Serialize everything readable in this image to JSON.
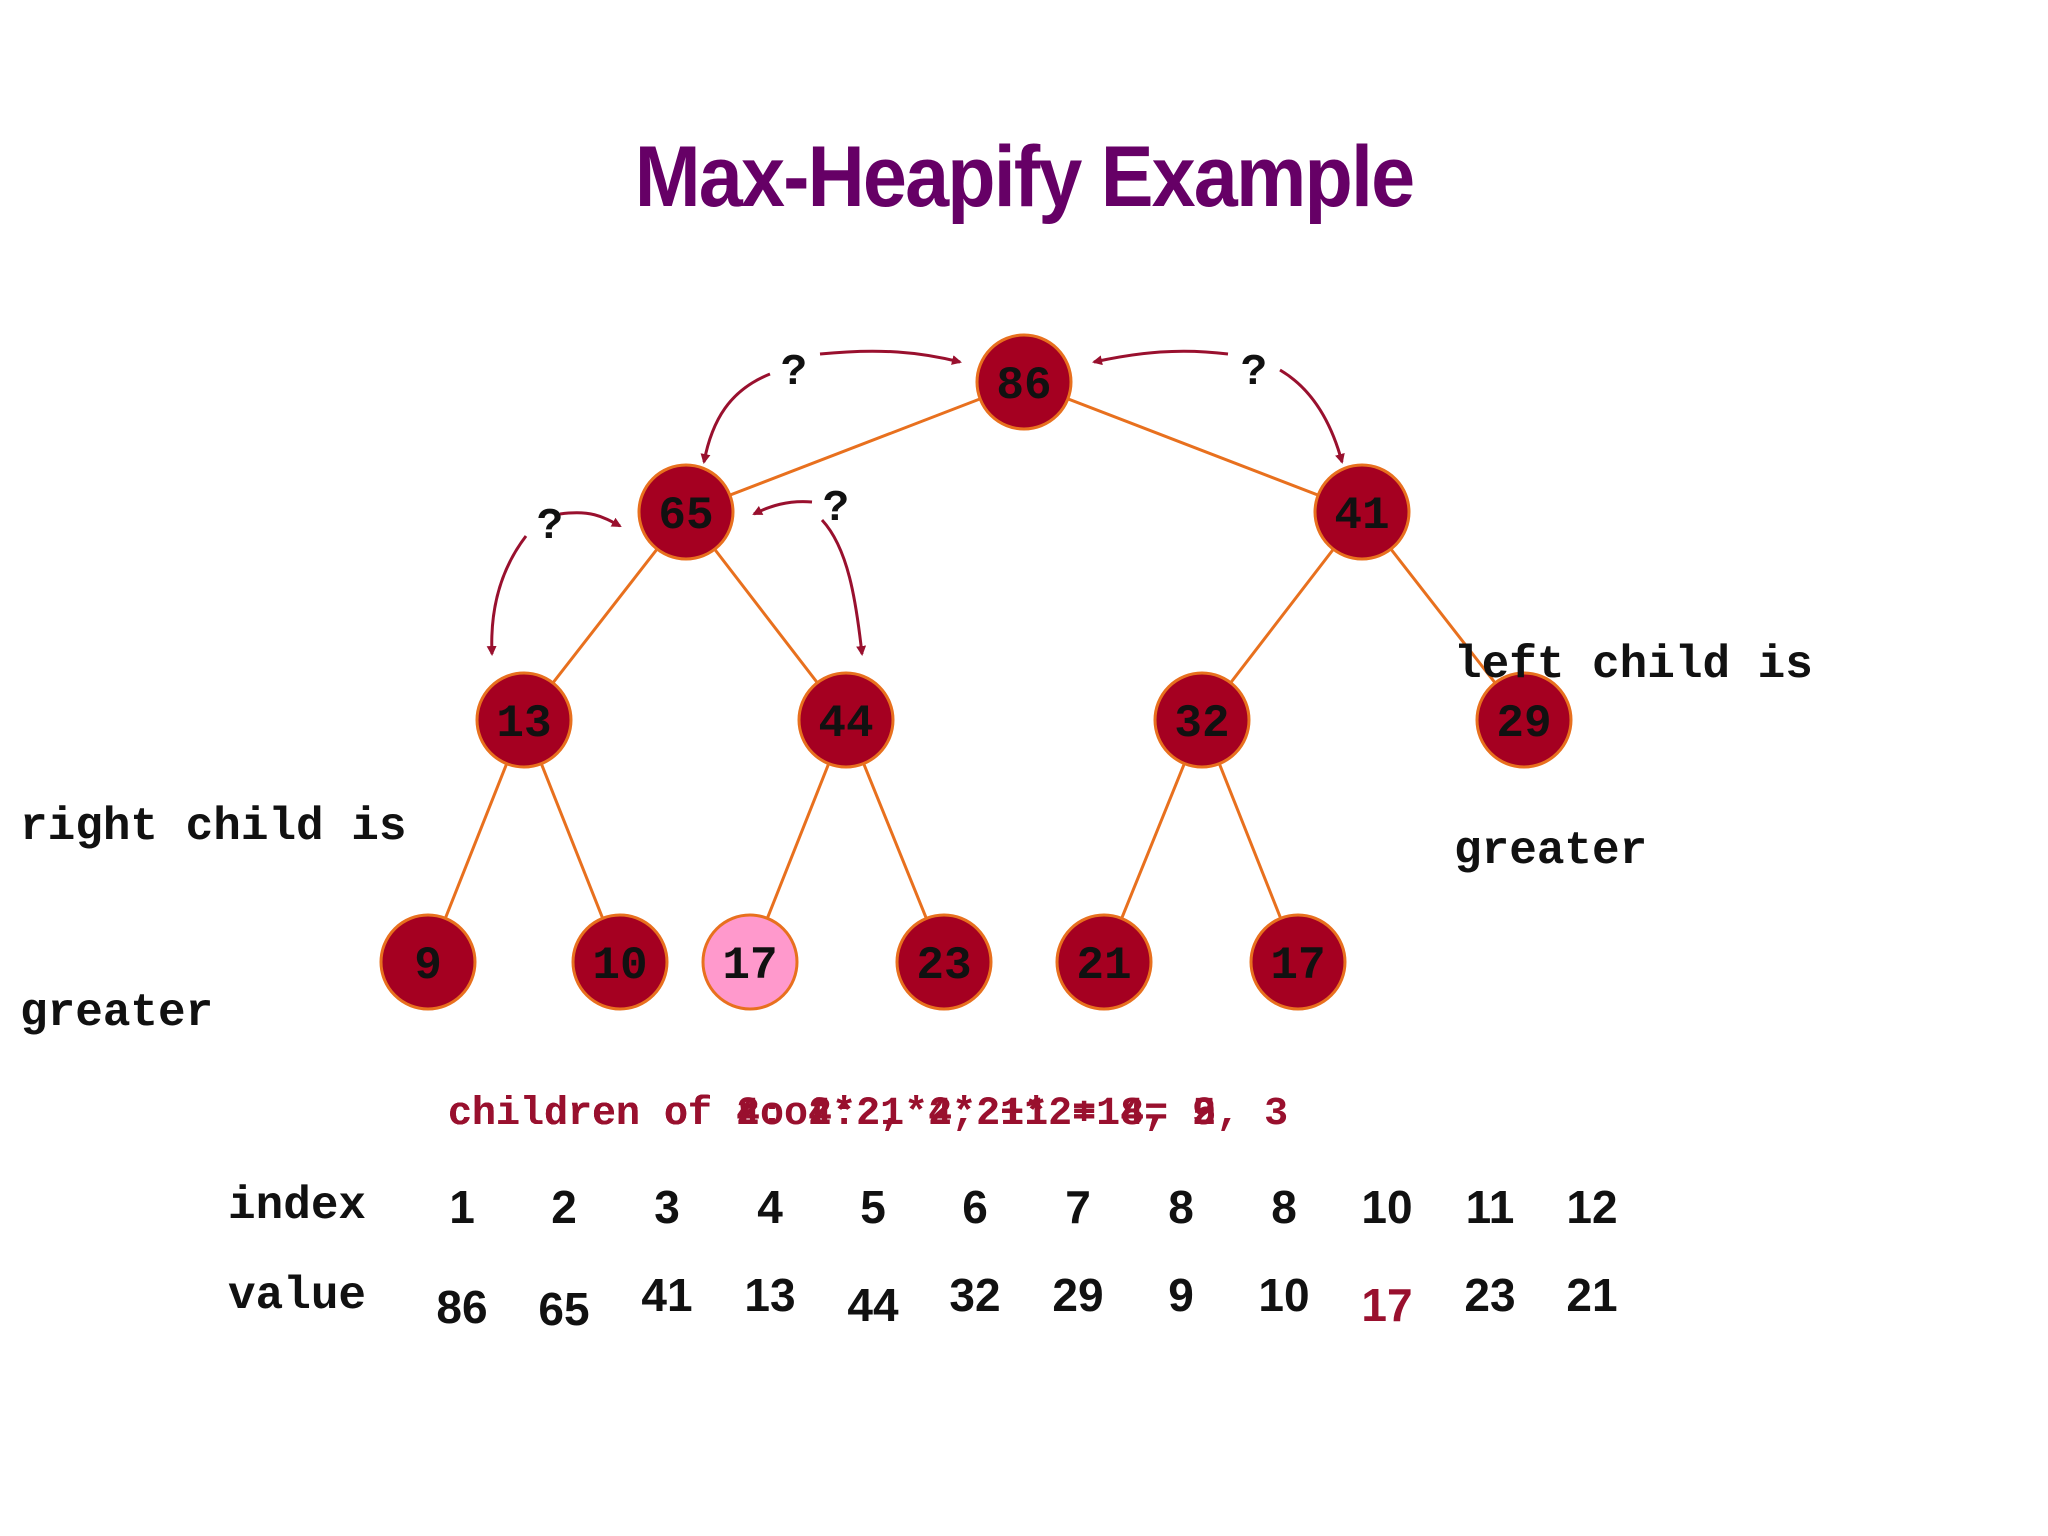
{
  "title": "Max-Heapify Example",
  "colors": {
    "node_fill": "#a50021",
    "node_highlight_fill": "#ff99cc",
    "node_stroke": "#e8701e",
    "edge": "#e8701e",
    "arrow": "#99102e",
    "title": "#660066",
    "emphasis_text": "#99102e"
  },
  "tree": {
    "nodes": [
      {
        "label": "86"
      },
      {
        "label": "65"
      },
      {
        "label": "41"
      },
      {
        "label": "13"
      },
      {
        "label": "44"
      },
      {
        "label": "32"
      },
      {
        "label": "29"
      },
      {
        "label": "9"
      },
      {
        "label": "10"
      },
      {
        "label": "17",
        "highlighted": true
      },
      {
        "label": "23"
      },
      {
        "label": "21"
      },
      {
        "label": "17"
      }
    ],
    "question_marks": [
      "?",
      "?",
      "?",
      "?"
    ]
  },
  "notes": {
    "right_child": [
      "right child is",
      "greater"
    ],
    "left_child": [
      "left child is",
      "greater"
    ]
  },
  "overlapping_caption": [
    "children of root: 1*2, 1*2+1 = 2, 3",
    "children of 2: 2*2, 2*2+1 = 4, 5",
    "children of 4: 4*2, 4*2+1 = 8, 9"
  ],
  "array": {
    "index_label": "index",
    "value_label": "value",
    "indices": [
      "1",
      "2",
      "3",
      "4",
      "5",
      "6",
      "7",
      "8",
      "8",
      "10",
      "11",
      "12"
    ],
    "values": [
      "86",
      "65",
      "41",
      "13",
      "44",
      "32",
      "29",
      "9",
      "10",
      "17",
      "23",
      "21"
    ],
    "highlight_value_position": 9
  }
}
